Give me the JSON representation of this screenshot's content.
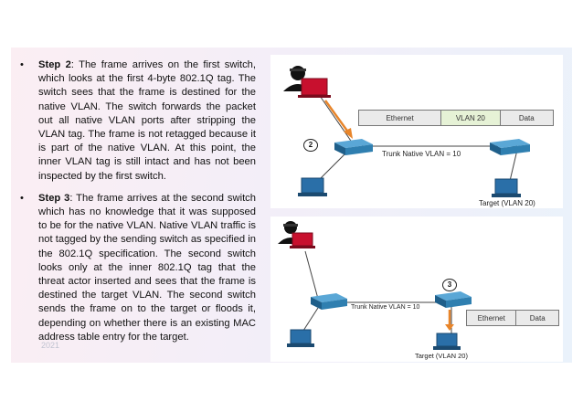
{
  "steps": [
    {
      "title": "Step 2",
      "text": ": The frame arrives on the first switch, which looks at the first 4-byte 802.1Q tag. The switch sees that the frame is destined for the native VLAN. The switch forwards the packet out all native VLAN ports after stripping the VLAN tag. The frame is not retagged because it is part of the native VLAN. At this point, the inner VLAN tag is still intact and has not been inspected by the first switch."
    },
    {
      "title": "Step 3",
      "text": ": The frame arrives at the second switch which has no knowledge that it was supposed to be for the native VLAN. Native VLAN traffic is not tagged by the sending switch as specified in the 802.1Q specification. The second switch looks only at the inner 802.1Q tag that the threat actor inserted and sees that the frame is destined the target VLAN. The second switch sends the frame on to the target or floods it, depending on whether there is an existing MAC address table entry for the target."
    }
  ],
  "bullet_glyph": "•",
  "diagram1": {
    "step_number": "2",
    "frame": [
      "Ethernet",
      "VLAN 20",
      "Data"
    ],
    "trunk_label": "Trunk Native VLAN = 10",
    "target_label": "Target (VLAN 20)"
  },
  "diagram2": {
    "step_number": "3",
    "frame": [
      "Ethernet",
      "Data"
    ],
    "trunk_label": "Trunk Native VLAN = 10",
    "target_label": "Target (VLAN 20)"
  },
  "watermark": "2021",
  "colors": {
    "switch": "#2f7fb0",
    "pc": "#2a6fa8",
    "attacker_pc": "#c8102e",
    "arrow": "#e8852a",
    "vlan_cell": "#e6f2d6"
  }
}
